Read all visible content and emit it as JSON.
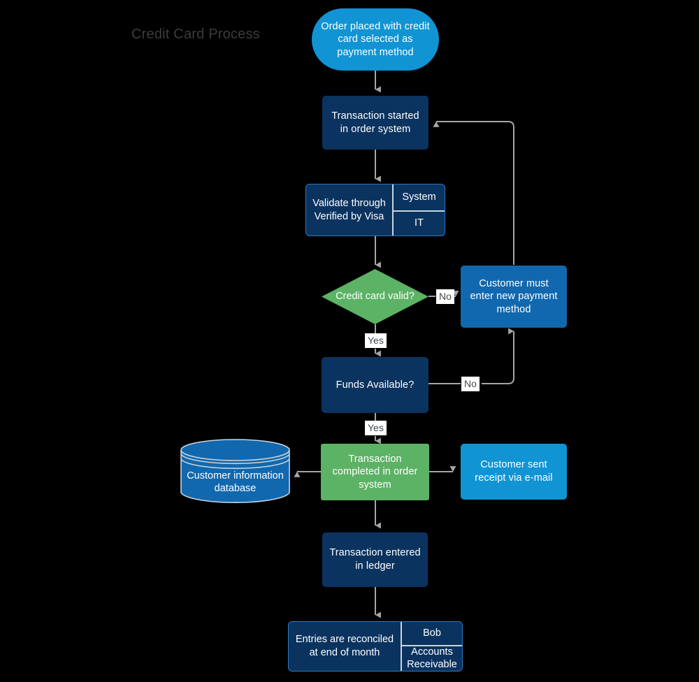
{
  "diagram": {
    "title": "Credit Card Process",
    "type": "flowchart",
    "background_color": "#000000",
    "title_color": "#3C3C3C",
    "connector_color": "#A6A6A6"
  },
  "palette": {
    "cyan": "#1194D4",
    "navy": "#0B3360",
    "blue": "#1168AE",
    "green": "#5CB265",
    "edge_label_bg": "#FFFFFF",
    "edge_label_text": "#40494F",
    "divider": "#C9D4DE"
  },
  "nodes": {
    "order_placed": {
      "label": "Order placed with credit card selected as payment method",
      "shape": "pill",
      "color": "#1194D4"
    },
    "transaction_started": {
      "label": "Transaction started in order system",
      "shape": "rectangle",
      "color": "#0B3360"
    },
    "validate_visa": {
      "label": "Validate through Verified by Visa",
      "shape": "rectangle-split",
      "color": "#0B3360",
      "side_top": "System",
      "side_bottom": "IT"
    },
    "credit_card_valid": {
      "label": "Credit card valid?",
      "shape": "diamond",
      "color": "#5CB265"
    },
    "customer_new_payment": {
      "label": "Customer must enter new payment method",
      "shape": "rectangle",
      "color": "#1168AE"
    },
    "funds_available": {
      "label": "Funds Available?",
      "shape": "rectangle",
      "color": "#0B3360"
    },
    "customer_database": {
      "label": "Customer information database",
      "shape": "cylinder",
      "color": "#1168AE"
    },
    "transaction_completed": {
      "label": "Transaction completed in order system",
      "shape": "rectangle",
      "color": "#5CB265"
    },
    "customer_receipt": {
      "label": "Customer sent receipt via e-mail",
      "shape": "rectangle",
      "color": "#1194D4"
    },
    "transaction_ledger": {
      "label": "Transaction entered in ledger",
      "shape": "rectangle",
      "color": "#0B3360"
    },
    "entries_reconciled": {
      "label": "Entries are reconciled at end of month",
      "shape": "rectangle-split",
      "color": "#0B3360",
      "side_top": "Bob",
      "side_bottom": "Accounts Receivable"
    }
  },
  "edge_labels": {
    "card_invalid_no": "No",
    "card_valid_yes": "Yes",
    "funds_no": "No",
    "funds_yes": "Yes"
  },
  "chart_data": {
    "type": "flowchart",
    "title": "Credit Card Process",
    "nodes": [
      {
        "id": "order_placed",
        "text": "Order placed with credit card selected as payment method",
        "shape": "terminator",
        "color": "#1194D4"
      },
      {
        "id": "transaction_started",
        "text": "Transaction started in order system",
        "shape": "process",
        "color": "#0B3360"
      },
      {
        "id": "validate_visa",
        "text": "Validate through Verified by Visa",
        "shape": "process-split",
        "color": "#0B3360",
        "role": "System",
        "owner": "IT"
      },
      {
        "id": "credit_card_valid",
        "text": "Credit card valid?",
        "shape": "decision",
        "color": "#5CB265"
      },
      {
        "id": "customer_new_payment",
        "text": "Customer must enter new payment method",
        "shape": "process",
        "color": "#1168AE"
      },
      {
        "id": "funds_available",
        "text": "Funds Available?",
        "shape": "process",
        "color": "#0B3360"
      },
      {
        "id": "customer_database",
        "text": "Customer information database",
        "shape": "database",
        "color": "#1168AE"
      },
      {
        "id": "transaction_completed",
        "text": "Transaction completed in order system",
        "shape": "process",
        "color": "#5CB265"
      },
      {
        "id": "customer_receipt",
        "text": "Customer sent receipt via e-mail",
        "shape": "process",
        "color": "#1194D4"
      },
      {
        "id": "transaction_ledger",
        "text": "Transaction entered in ledger",
        "shape": "process",
        "color": "#0B3360"
      },
      {
        "id": "entries_reconciled",
        "text": "Entries are reconciled at end of month",
        "shape": "process-split",
        "color": "#0B3360",
        "role": "Bob",
        "owner": "Accounts Receivable"
      }
    ],
    "edges": [
      {
        "from": "order_placed",
        "to": "transaction_started",
        "label": ""
      },
      {
        "from": "transaction_started",
        "to": "validate_visa",
        "label": ""
      },
      {
        "from": "validate_visa",
        "to": "credit_card_valid",
        "label": ""
      },
      {
        "from": "credit_card_valid",
        "to": "customer_new_payment",
        "label": "No"
      },
      {
        "from": "credit_card_valid",
        "to": "funds_available",
        "label": "Yes"
      },
      {
        "from": "customer_new_payment",
        "to": "transaction_started",
        "label": ""
      },
      {
        "from": "funds_available",
        "to": "customer_new_payment",
        "label": "No"
      },
      {
        "from": "funds_available",
        "to": "transaction_completed",
        "label": "Yes"
      },
      {
        "from": "transaction_completed",
        "to": "customer_database",
        "label": ""
      },
      {
        "from": "transaction_completed",
        "to": "customer_receipt",
        "label": ""
      },
      {
        "from": "transaction_completed",
        "to": "transaction_ledger",
        "label": ""
      },
      {
        "from": "transaction_ledger",
        "to": "entries_reconciled",
        "label": ""
      }
    ]
  }
}
